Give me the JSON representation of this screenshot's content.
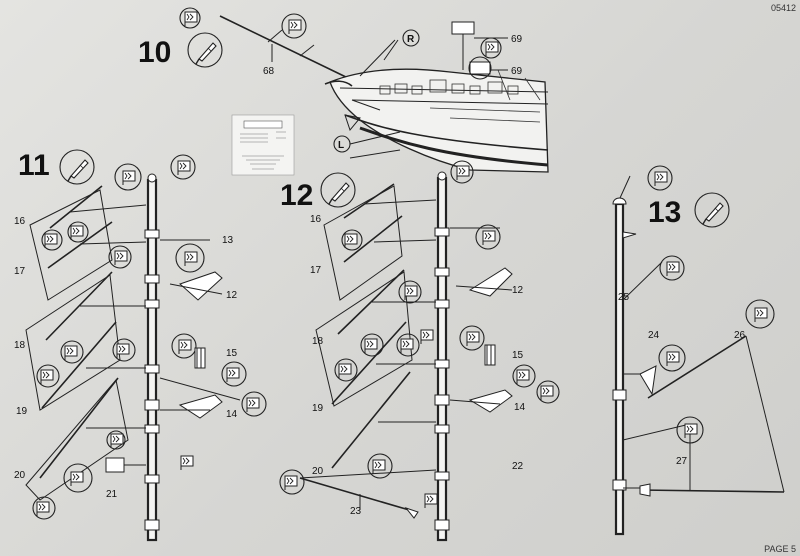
{
  "page": {
    "catalog_number": "05412",
    "page_label": "PAGE 5"
  },
  "steps": [
    {
      "number": "10"
    },
    {
      "number": "11"
    },
    {
      "number": "12"
    },
    {
      "number": "13"
    }
  ],
  "step10_labels": {
    "r_mark": "R",
    "l_mark": "L"
  },
  "part_numbers": {
    "p12a": "12",
    "p12b": "12",
    "p13": "13",
    "p14a": "14",
    "p14b": "14",
    "p15a": "15",
    "p15b": "15",
    "p16a": "16",
    "p16b": "16",
    "p17a": "17",
    "p17b": "17",
    "p18a": "18",
    "p18b": "18",
    "p19a": "19",
    "p19b": "19",
    "p20a": "20",
    "p20b": "20",
    "p21": "21",
    "p22": "22",
    "p23": "23",
    "p24": "24",
    "p25": "25",
    "p26": "26",
    "p27": "27",
    "p68": "68",
    "p69a": "69",
    "p69b": "69"
  },
  "icons": {
    "glue": "glue-tube-icon",
    "flag": "sticker-flag-icon",
    "paint_card": "paint-card-icon"
  },
  "colors": {
    "paper": "#e4e4e1",
    "ink": "#111111"
  }
}
